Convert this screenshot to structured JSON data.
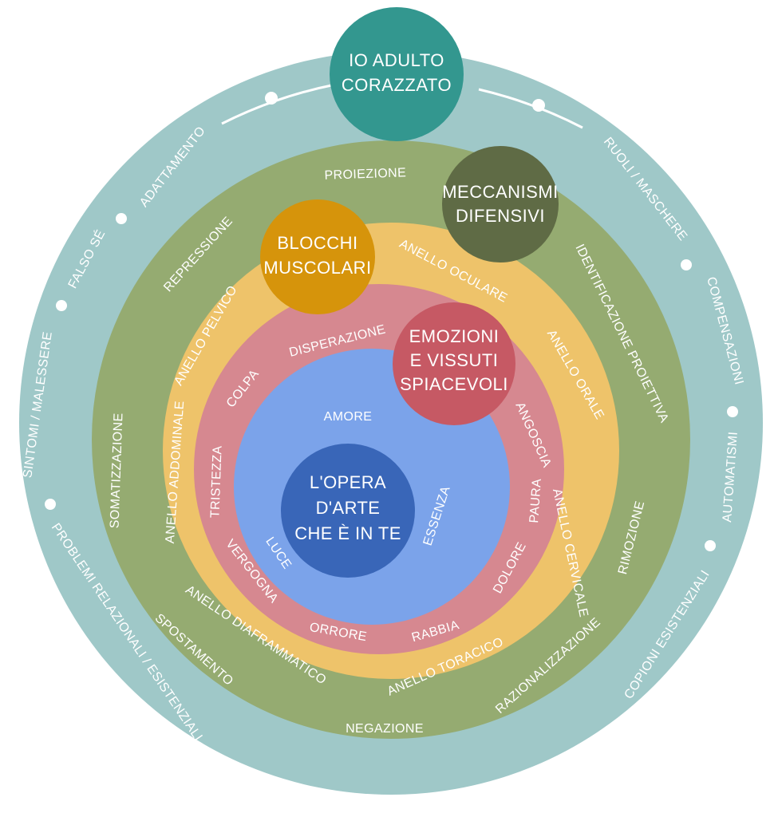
{
  "center": {
    "lines": [
      "L'OPERA",
      "D'ARTE",
      "CHE È IN TE"
    ]
  },
  "inner_labels": {
    "top": "AMORE",
    "left": "LUCE",
    "right": "ESSENZA"
  },
  "bubbles": {
    "io_adulto": {
      "lines": [
        "IO ADULTO",
        "CORAZZATO"
      ]
    },
    "meccanismi": {
      "lines": [
        "MECCANISMI",
        "DIFENSIVI"
      ]
    },
    "blocchi": {
      "lines": [
        "BLOCCHI",
        "MUSCOLARI"
      ]
    },
    "emozioni": {
      "lines": [
        "EMOZIONI",
        "E VISSUTI",
        "SPIACEVOLI"
      ]
    }
  },
  "emotions_ring": {
    "disperazione": "DISPERAZIONE",
    "colpa": "COLPA",
    "tristezza": "TRISTEZZA",
    "vergogna": "VERGOGNA",
    "orrore": "ORRORE",
    "rabbia": "RABBIA",
    "dolore": "DOLORE",
    "paura": "PAURA",
    "angoscia": "ANGOSCIA"
  },
  "muscle_ring": {
    "oculare": "ANELLO OCULARE",
    "orale": "ANELLO ORALE",
    "cervicale": "ANELLO CERVICALE",
    "toracico": "ANELLO TORACICO",
    "diaframmatico": "ANELLO DIAFRAMMATICO",
    "addominale": "ANELLO ADDOMINALE",
    "pelvico": "ANELLO PELVICO"
  },
  "defense_ring": {
    "proiezione": "PROIEZIONE",
    "identificazione": "IDENTIFICAZIONE PROIETTIVA",
    "rimozione": "RIMOZIONE",
    "razionalizzazione": "RAZIONALIZZAZIONE",
    "negazione": "NEGAZIONE",
    "spostamento": "SPOSTAMENTO",
    "somatizzazione": "SOMATIZZAZIONE",
    "repressione": "REPRESSIONE"
  },
  "outer_ring": {
    "adattamento": "ADATTAMENTO",
    "falso_se": "FALSO SÉ",
    "sintomi": "SINTOMI / MALESSERE",
    "problemi": "PROBLEMI RELAZIONALI / ESISTENZIALI",
    "copioni": "COPIONI ESISTENZIALI",
    "automatismi": "AUTOMATISMI",
    "compensazioni": "COMPENSAZIONI",
    "ruoli": "RUOLI / MASCHERE"
  },
  "colors": {
    "outer_ring": "#9fc8c8",
    "defense_ring": "#95ab71",
    "muscle_ring": "#eec36a",
    "emotion_ring": "#d68890",
    "inner_circle": "#7ba3ea",
    "center": "#3966b8",
    "io_adulto": "#33978f",
    "meccanismi": "#5f6b45",
    "blocchi": "#d6940b",
    "emozioni": "#c65964"
  }
}
